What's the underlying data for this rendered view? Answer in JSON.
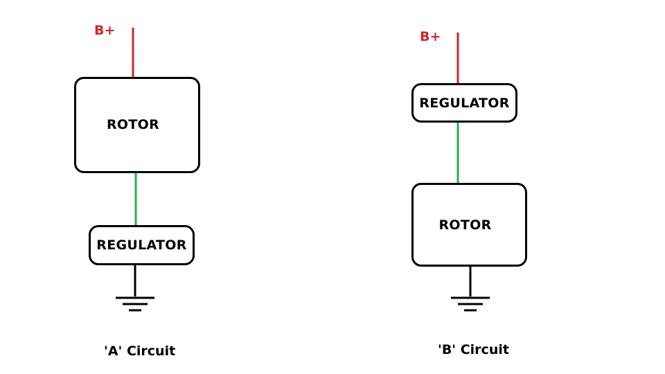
{
  "colors": {
    "positive_wire": "#d2232a",
    "link_wire": "#22b14c",
    "ground": "#000000",
    "outline": "#000000"
  },
  "circuit_a": {
    "supply_label": "B+",
    "rotor_label": "ROTOR",
    "regulator_label": "REGULATOR",
    "caption": "'A' Circuit"
  },
  "circuit_b": {
    "supply_label": "B+",
    "regulator_label": "REGULATOR",
    "rotor_label": "ROTOR",
    "caption": "'B' Circuit"
  }
}
